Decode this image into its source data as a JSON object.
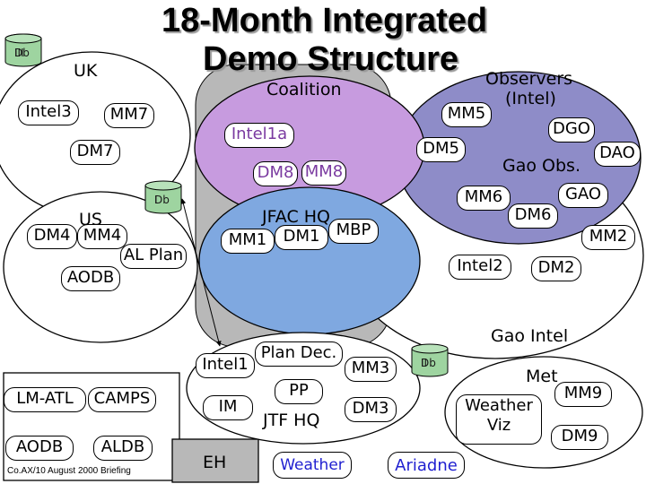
{
  "title": {
    "line1": "18-Month Integrated",
    "line2": "Demo Structure"
  },
  "colors": {
    "coalition_fill": "#c79bdf",
    "observers_fill": "#8e8cc8",
    "jfac_fill": "#7fa8e0",
    "gray_fill": "#b8b8b8",
    "box_fill": "#ffffff",
    "blue_text": "#1f1fd0"
  },
  "regions": {
    "uk": "UK",
    "coalition": "Coalition",
    "observers_line1": "Observers",
    "observers_line2": "(Intel)",
    "gao_obs": "Gao Obs.",
    "us": "US",
    "jfac_hq": "JFAC HQ",
    "gao_intel": "Gao Intel",
    "met": "Met",
    "jtf_hq": "JTF HQ"
  },
  "databases": {
    "db_uk": "Db",
    "db_uk_sup": "III",
    "db_coalition": "Db",
    "db_coalition_sup": "I",
    "db_gao": "Db",
    "db_gao_sup": "II"
  },
  "nodes": {
    "intel3": "Intel3",
    "mm7": "MM7",
    "dm7": "DM7",
    "intel1a": "Intel1a",
    "dm8": "DM8",
    "mm8": "MM8",
    "mm5": "MM5",
    "dgo": "DGO",
    "dm5": "DM5",
    "dao": "DAO",
    "mm6": "MM6",
    "gao": "GAO",
    "dm6": "DM6",
    "dm4": "DM4",
    "mm4": "MM4",
    "al_plan": "AL Plan",
    "aodb_us": "AODB",
    "mm1": "MM1",
    "dm1": "DM1",
    "mbp": "MBP",
    "mm2": "MM2",
    "intel2": "Intel2",
    "dm2": "DM2",
    "intel1": "Intel1",
    "plan_dec": "Plan Dec.",
    "mm3": "MM3",
    "im": "IM",
    "pp": "PP",
    "dm3": "DM3",
    "weather_viz_1": "Weather",
    "weather_viz_2": "Viz",
    "mm9": "MM9",
    "dm9": "DM9",
    "lm_atl": "LM-ATL",
    "camps": "CAMPS",
    "aodb_bottom": "AODB",
    "aldb": "ALDB",
    "eh": "EH",
    "weather": "Weather",
    "ariadne": "Ariadne"
  },
  "footer": "Co.AX/10 August 2000 Briefing"
}
